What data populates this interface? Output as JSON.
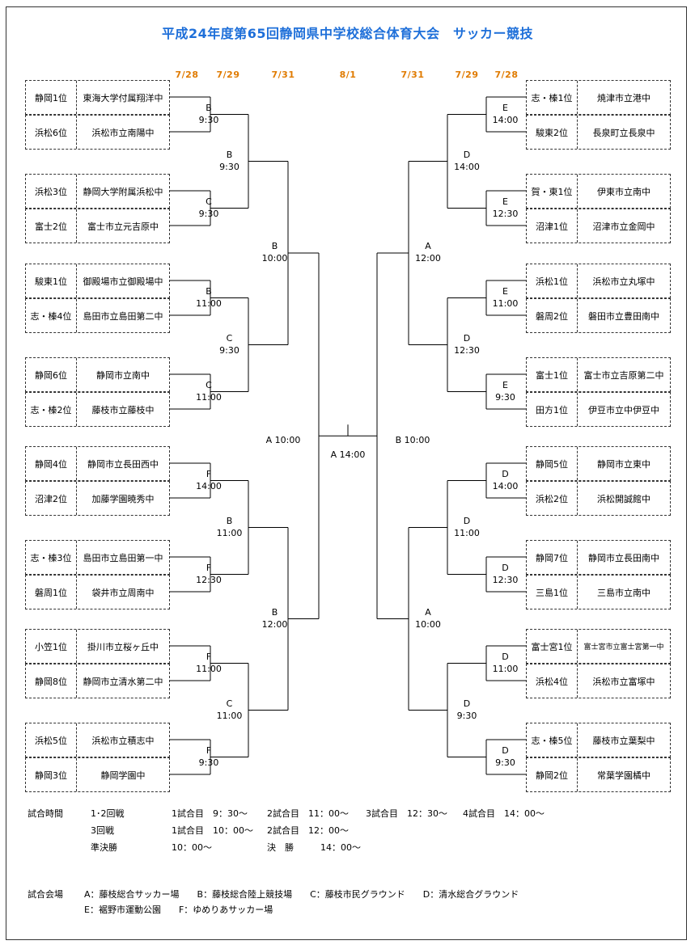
{
  "title": "平成24年度第65回静岡県中学校総合体育大会　サッカー競技",
  "dates": {
    "l1": "7/28",
    "l2": "7/29",
    "l3": "7/31",
    "c": "8/1",
    "r3": "7/31",
    "r2": "7/29",
    "r1": "7/28"
  },
  "left_teams": [
    {
      "seed": "静岡1位",
      "school": "東海大学付属翔洋中"
    },
    {
      "seed": "浜松6位",
      "school": "浜松市立南陽中"
    },
    {
      "seed": "浜松3位",
      "school": "静岡大学附属浜松中"
    },
    {
      "seed": "富士2位",
      "school": "富士市立元吉原中"
    },
    {
      "seed": "駿東1位",
      "school": "御殿場市立御殿場中"
    },
    {
      "seed": "志・榛4位",
      "school": "島田市立島田第二中"
    },
    {
      "seed": "静岡6位",
      "school": "静岡市立南中"
    },
    {
      "seed": "志・榛2位",
      "school": "藤枝市立藤枝中"
    },
    {
      "seed": "静岡4位",
      "school": "静岡市立長田西中"
    },
    {
      "seed": "沼津2位",
      "school": "加藤学園暁秀中"
    },
    {
      "seed": "志・榛3位",
      "school": "島田市立島田第一中"
    },
    {
      "seed": "磐周1位",
      "school": "袋井市立周南中"
    },
    {
      "seed": "小笠1位",
      "school": "掛川市立桜ヶ丘中"
    },
    {
      "seed": "静岡8位",
      "school": "静岡市立清水第二中"
    },
    {
      "seed": "浜松5位",
      "school": "浜松市立積志中"
    },
    {
      "seed": "静岡3位",
      "school": "静岡学園中"
    }
  ],
  "right_teams": [
    {
      "seed": "志・榛1位",
      "school": "焼津市立港中"
    },
    {
      "seed": "駿東2位",
      "school": "長泉町立長泉中"
    },
    {
      "seed": "賀・東1位",
      "school": "伊東市立南中"
    },
    {
      "seed": "沼津1位",
      "school": "沼津市立金岡中"
    },
    {
      "seed": "浜松1位",
      "school": "浜松市立丸塚中"
    },
    {
      "seed": "磐周2位",
      "school": "磐田市立豊田南中"
    },
    {
      "seed": "富士1位",
      "school": "富士市立吉原第二中"
    },
    {
      "seed": "田方1位",
      "school": "伊豆市立中伊豆中"
    },
    {
      "seed": "静岡5位",
      "school": "静岡市立東中"
    },
    {
      "seed": "浜松2位",
      "school": "浜松開誠館中"
    },
    {
      "seed": "静岡7位",
      "school": "静岡市立長田南中"
    },
    {
      "seed": "三島1位",
      "school": "三島市立南中"
    },
    {
      "seed": "富士宮1位",
      "school": "富士宮市立富士宮第一中"
    },
    {
      "seed": "浜松4位",
      "school": "浜松市立富塚中"
    },
    {
      "seed": "志・榛5位",
      "school": "藤枝市立葉梨中"
    },
    {
      "seed": "静岡2位",
      "school": "常葉学園橘中"
    }
  ],
  "left_r1": [
    {
      "venue": "B",
      "time": "9:30"
    },
    {
      "venue": "C",
      "time": "9:30"
    },
    {
      "venue": "B",
      "time": "11:00"
    },
    {
      "venue": "C",
      "time": "11:00"
    },
    {
      "venue": "F",
      "time": "14:00"
    },
    {
      "venue": "F",
      "time": "12:30"
    },
    {
      "venue": "F",
      "time": "11:00"
    },
    {
      "venue": "F",
      "time": "9:30"
    }
  ],
  "left_r2": [
    {
      "venue": "B",
      "time": "9:30"
    },
    {
      "venue": "C",
      "time": "9:30"
    },
    {
      "venue": "B",
      "time": "11:00"
    },
    {
      "venue": "C",
      "time": "11:00"
    }
  ],
  "left_r3": [
    {
      "venue": "B",
      "time": "10:00"
    },
    {
      "venue": "B",
      "time": "12:00"
    }
  ],
  "right_r1": [
    {
      "venue": "E",
      "time": "14:00"
    },
    {
      "venue": "E",
      "time": "12:30"
    },
    {
      "venue": "E",
      "time": "11:00"
    },
    {
      "venue": "E",
      "time": "9:30"
    },
    {
      "venue": "D",
      "time": "14:00"
    },
    {
      "venue": "D",
      "time": "12:30"
    },
    {
      "venue": "D",
      "time": "11:00"
    },
    {
      "venue": "D",
      "time": "9:30"
    }
  ],
  "right_r2": [
    {
      "venue": "D",
      "time": "14:00"
    },
    {
      "venue": "D",
      "time": "12:30"
    },
    {
      "venue": "D",
      "time": "11:00"
    },
    {
      "venue": "D",
      "time": "9:30"
    }
  ],
  "right_r3": [
    {
      "venue": "A",
      "time": "12:00"
    },
    {
      "venue": "A",
      "time": "10:00"
    }
  ],
  "semifinal_left": "A 10:00",
  "semifinal_right": "B 10:00",
  "final": "A 14:00",
  "schedule": {
    "label": "試合時間",
    "row1_round": "1･2回戦",
    "row1_slots": [
      "1試合目　9：30～",
      "2試合目　11：00～",
      "3試合目　12：30～",
      "4試合目　14：00～"
    ],
    "row2_round": "3回戦",
    "row2_slots": [
      "1試合目　10：00～",
      "2試合目　12：00～"
    ],
    "row3_round": "準決勝",
    "row3_time": "10：00～",
    "row3_final_label": "決　勝",
    "row3_final_time": "14：00～"
  },
  "venues": {
    "label": "試合会場",
    "line1": "A：藤枝総合サッカー場　　B：藤枝総合陸上競技場　　C：藤枝市民グラウンド　　D：清水総合グラウンド",
    "line2": "E：裾野市運動公園　　F：ゆめりあサッカー場"
  }
}
